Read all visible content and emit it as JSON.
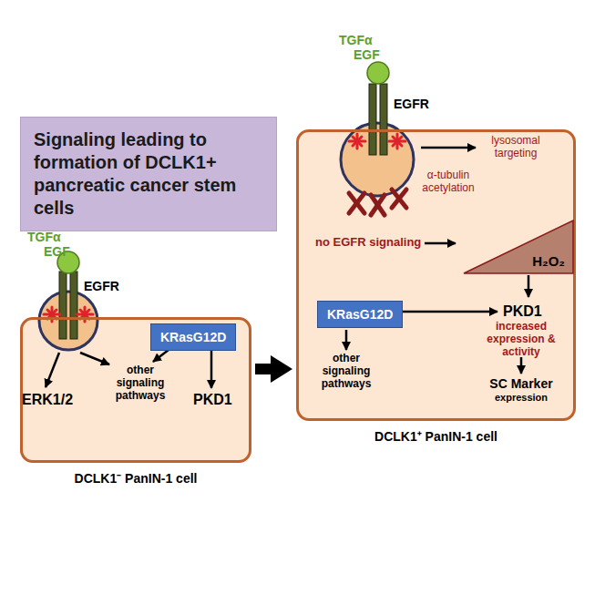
{
  "diagram": {
    "nodes": [
      {
        "text": [
          "Signaling leading to formation of DCLK1+ pancreatic cancer stem cells"
        ]
      },
      {
        "text": [
          "DCLK1⁻ PanIN-1 cell"
        ]
      },
      {
        "text": [
          "KRasG12D"
        ],
        "in": 1
      },
      {
        "text": [
          "DCLK1⁺ PanIN-1 cell"
        ]
      },
      {
        "text": [
          "KRasG12D"
        ],
        "in": 3
      },
      {
        "text": [
          "H₂O₂"
        ],
        "in": 3
      }
    ],
    "edges": [
      {
        "from": 1,
        "to": 3,
        "arrow": "to"
      }
    ],
    "labels": [
      "TGFα",
      "EGF",
      "EGFR",
      "ERK1/2",
      "other signaling pathways",
      "PKD1",
      "TGFα",
      "EGF",
      "EGFR",
      "lysosomal targeting",
      "α-tubulin acetylation",
      "no EGFR signaling",
      "other signaling pathways",
      "PKD1",
      "increased expression & activity",
      "SC Marker",
      "expression"
    ]
  }
}
